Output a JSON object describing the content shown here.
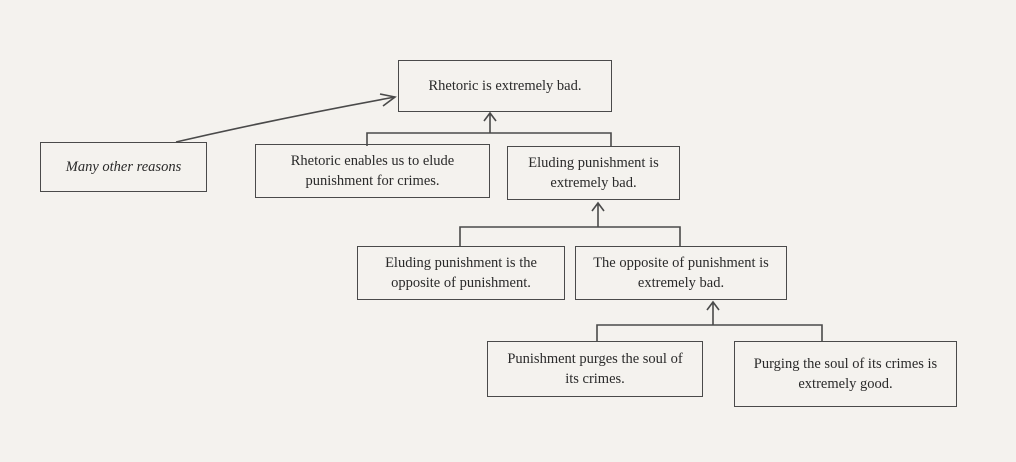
{
  "nodes": {
    "root": "Rhetoric is extremely bad.",
    "other": "Many other reasons",
    "elude_crimes": "Rhetoric enables us to elude punishment for crimes.",
    "eluding_bad": "Eluding punishment is extremely bad.",
    "eluding_opposite": "Eluding punishment is the opposite of punishment.",
    "opposite_bad": "The opposite of punishment is extremely bad.",
    "purges": "Punishment purges the soul of its crimes.",
    "purging_good": "Purging the soul of its crimes is extremely good."
  },
  "colors": {
    "ink": "#4a4a4a",
    "paper": "#f4f2ee"
  }
}
